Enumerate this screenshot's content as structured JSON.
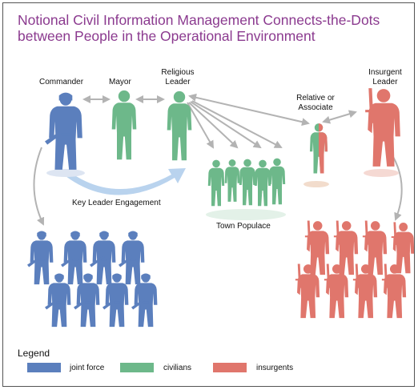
{
  "title": {
    "line1": "Notional Civil Information Management Connects-the-Dots",
    "line2": "between People in the Operational Environment"
  },
  "labels": {
    "commander": "Commander",
    "mayor": "Mayor",
    "religious_leader_1": "Religious",
    "religious_leader_2": "Leader",
    "relative_1": "Relative or",
    "relative_2": "Associate",
    "insurgent_leader_1": "Insurgent",
    "insurgent_leader_2": "Leader",
    "key_leader_engagement": "Key Leader Engagement",
    "town_populace": "Town Populace"
  },
  "legend": {
    "title": "Legend",
    "items": [
      {
        "label": "joint force",
        "color": "#5b7fbd"
      },
      {
        "label": "civilians",
        "color": "#6db88a"
      },
      {
        "label": "insurgents",
        "color": "#e0766c"
      }
    ]
  },
  "colors": {
    "joint_force": "#5b7fbd",
    "civilians": "#6db88a",
    "insurgents": "#e0766c",
    "arrows": "#b3b3b3",
    "engagement_arrow": "#b9d3ee",
    "title": "#8b3a8f"
  }
}
